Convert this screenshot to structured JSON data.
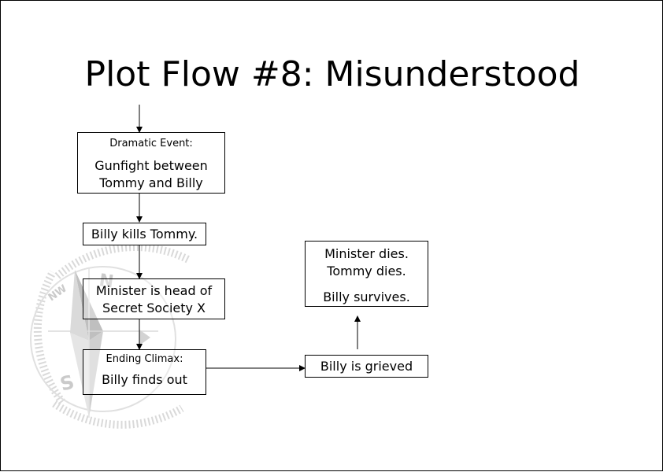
{
  "slide": {
    "title": "Plot Flow #8: Misunderstood"
  },
  "flow": {
    "dramatic_event": {
      "heading": "Dramatic Event:",
      "line1": "Gunfight between",
      "line2": "Tommy and Billy"
    },
    "billy_kills": {
      "label": "Billy kills Tommy."
    },
    "minister": {
      "line1": "Minister is head of",
      "line2": "Secret Society X"
    },
    "ending_climax": {
      "heading": "Ending Climax:",
      "line1": "Billy finds out"
    },
    "billy_grieved": {
      "label": "Billy is grieved"
    },
    "outcome": {
      "line1": "Minister dies.",
      "line2": "Tommy dies.",
      "line3": "Billy survives."
    }
  },
  "watermark": {
    "icon": "compass-rose-icon",
    "letters": [
      "N",
      "NW",
      "S"
    ]
  }
}
